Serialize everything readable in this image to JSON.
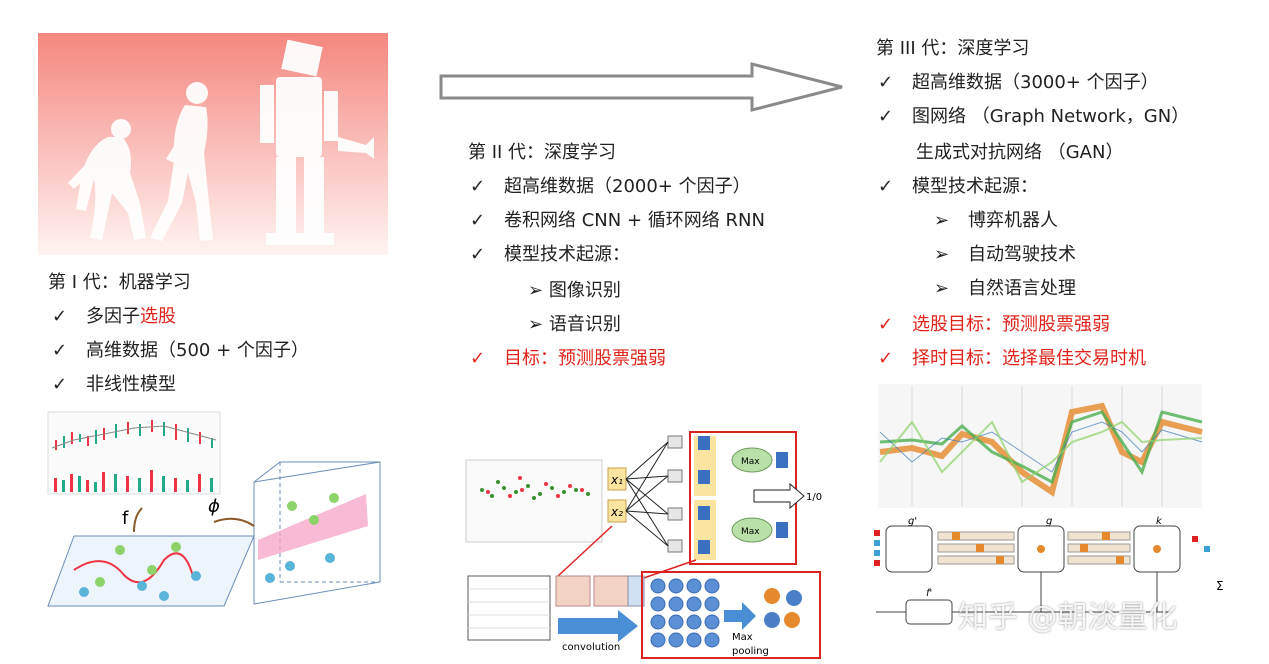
{
  "gen1": {
    "title": "第 I 代：机器学习",
    "items": [
      {
        "mark": "✓",
        "text": "多因子",
        "highlight": "选股"
      },
      {
        "mark": "✓",
        "text": "高维数据（500 + 个因子）"
      },
      {
        "mark": "✓",
        "text": "非线性模型"
      }
    ],
    "figure_labels": {
      "f": "f",
      "phi": "ϕ"
    }
  },
  "gen2": {
    "title": "第 II 代：深度学习",
    "items": [
      {
        "mark": "✓",
        "text": "超高维数据（2000+ 个因子）"
      },
      {
        "mark": "✓",
        "text": "卷积网络 CNN + 循环网络 RNN"
      },
      {
        "mark": "✓",
        "text": "模型技术起源："
      }
    ],
    "sub_items": [
      {
        "mark": "➢",
        "text": "图像识别"
      },
      {
        "mark": "➢",
        "text": "语音识别"
      }
    ],
    "goal": {
      "mark": "✓",
      "text": "目标：预测股票强弱"
    },
    "figure_labels": {
      "x1": "x₁",
      "x2": "x₂",
      "max": "Max",
      "out": "1/0",
      "convolution": "convolution",
      "max_pooling_1": "Max",
      "max_pooling_2": "pooling"
    }
  },
  "gen3": {
    "title": "第 III 代：深度学习",
    "items": [
      {
        "mark": "✓",
        "text": "超高维数据（3000+ 个因子）"
      },
      {
        "mark": "✓",
        "text": "图网络 （Graph Network，GN）"
      }
    ],
    "gan_line": "生成式对抗网络 （GAN）",
    "origin": {
      "mark": "✓",
      "text": "模型技术起源："
    },
    "sub_items": [
      {
        "mark": "➢",
        "text": "博弈机器人"
      },
      {
        "mark": "➢",
        "text": "自动驾驶技术"
      },
      {
        "mark": "➢",
        "text": "自然语言处理"
      }
    ],
    "goals": [
      {
        "mark": "✓",
        "text": "选股目标：预测股票强弱"
      },
      {
        "mark": "✓",
        "text": "择时目标：选择最佳交易时机"
      }
    ],
    "figure_labels": {
      "g1": "g'",
      "g2": "g",
      "k": "k",
      "f1": "f'",
      "sigma": "Σ"
    }
  },
  "watermark": "知乎 @朝淡量化",
  "colors": {
    "accent_red": "#e0241b",
    "banner_top": "#f4877f",
    "banner_bottom": "#fff3f1"
  }
}
